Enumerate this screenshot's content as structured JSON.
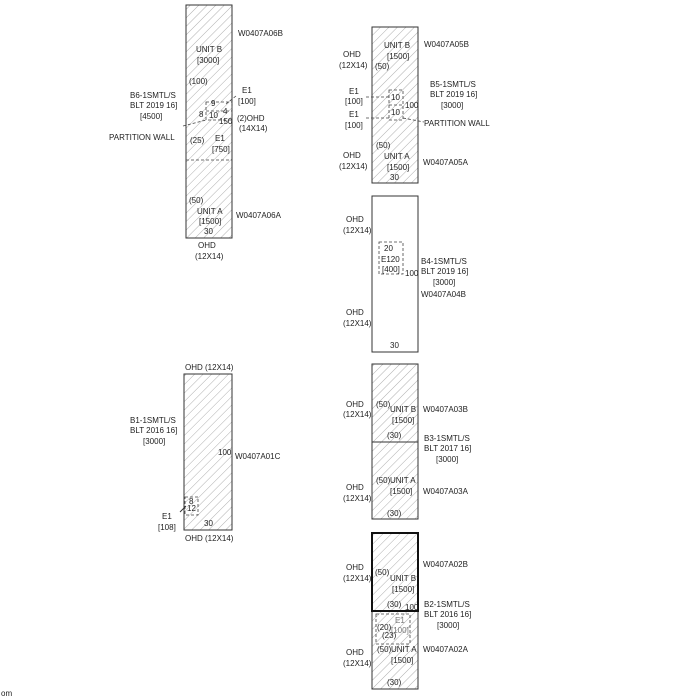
{
  "buildings": {
    "b6": {
      "unit_b": "UNIT B",
      "unit_b_size": "[3000]",
      "id_top": "W0407A06B",
      "p100": "(100)",
      "p25": "(25)",
      "p50": "(50)",
      "name_1": "B6-1SMTL/S",
      "name_2": "BLT 2019 16]",
      "name_3": "[4500]",
      "partition": "PARTITION WALL",
      "e1_a": "E1",
      "e1_a_size": "[100]",
      "n9": "9",
      "n8": "8",
      "n10": "10",
      "n4": "4",
      "n150": "150",
      "ohd_side": "(2)OHD",
      "ohd_side_size": "(14X14)",
      "e1_b": "E1",
      "e1_b_size": "[750]",
      "unit_a": "UNIT A",
      "unit_a_size": "[1500]",
      "n30": "30",
      "id_bottom": "W0407A06A",
      "ohd_bottom": "OHD",
      "ohd_bottom_size": "(12X14)"
    },
    "b5": {
      "ohd_top": "OHD",
      "ohd_top_size": "(12X14)",
      "unit_b": "UNIT B",
      "unit_b_size": "[1500]",
      "id_top": "W0407A05B",
      "p50_top": "(50)",
      "e1_a": "E1",
      "e1_a_size": "[100]",
      "n10_a": "10",
      "n100": "100",
      "name_1": "B5-1SMTL/S",
      "name_2": "BLT 2019 16]",
      "name_3": "[3000]",
      "e1_b": "E1",
      "e1_b_size": "[100]",
      "n10_b": "10",
      "partition": "PARTITION WALL",
      "p50_bottom": "(50)",
      "ohd_mid": "OHD",
      "ohd_mid_size": "(12X14)",
      "unit_a": "UNIT A",
      "unit_a_size": "[1500]",
      "id_bottom": "W0407A05A",
      "n30": "30"
    },
    "b4": {
      "ohd_top": "OHD",
      "ohd_top_size": "(12X14)",
      "n20": "20",
      "e120": "E120",
      "e120_size": "[400]",
      "n100": "100",
      "name_1": "B4-1SMTL/S",
      "name_2": "BLT 2019 16]",
      "name_3": "[3000]",
      "id": "W0407A04B",
      "ohd_bottom": "OHD",
      "ohd_bottom_size": "(12X14)",
      "n30": "30"
    },
    "b1": {
      "ohd_top": "OHD (12X14)",
      "name_1": "B1-1SMTL/S",
      "name_2": "BLT 2016 16]",
      "name_3": "[3000]",
      "n100": "100",
      "id": "W0407A01C",
      "n8": "8",
      "n12": "12",
      "e1": "E1",
      "e1_size": "[108]",
      "n30": "30",
      "ohd_bottom": "OHD (12X14)"
    },
    "b3": {
      "ohd_top": "OHD",
      "ohd_top_size": "(12X14)",
      "p50_b": "(50)",
      "unit_b": "UNIT B",
      "unit_b_size": "[1500]",
      "id_top": "W0407A03B",
      "p30_b": "(30)",
      "name_1": "B3-1SMTL/S",
      "name_2": "BLT 2017 16]",
      "name_3": "[3000]",
      "ohd_mid": "OHD",
      "ohd_mid_size": "(12X14)",
      "p50_a": "(50)",
      "unit_a": "UNIT A",
      "unit_a_size": "[1500]",
      "id_bottom": "W0407A03A",
      "p30_a": "(30)"
    },
    "b2": {
      "ohd_top": "OHD",
      "ohd_top_size": "(12X14)",
      "id_top": "W0407A02B",
      "p50_b": "(50)",
      "unit_b": "UNIT B",
      "unit_b_size": "[1500]",
      "p30_b": "(30)",
      "n100": "100",
      "name_1": "B2-1SMTL/S",
      "name_2": "BLT 2016 16]",
      "name_3": "[3000]",
      "p20": "(20)",
      "p23": "(23)",
      "e1": "E1",
      "e1_size": "[100]",
      "ohd_mid": "OHD",
      "ohd_mid_size": "(12X14)",
      "p50_a": "(50)",
      "unit_a": "UNIT A",
      "unit_a_size": "[1500]",
      "id_bottom": "W0407A02A",
      "p30_a": "(30)"
    }
  },
  "corner_text": "om"
}
